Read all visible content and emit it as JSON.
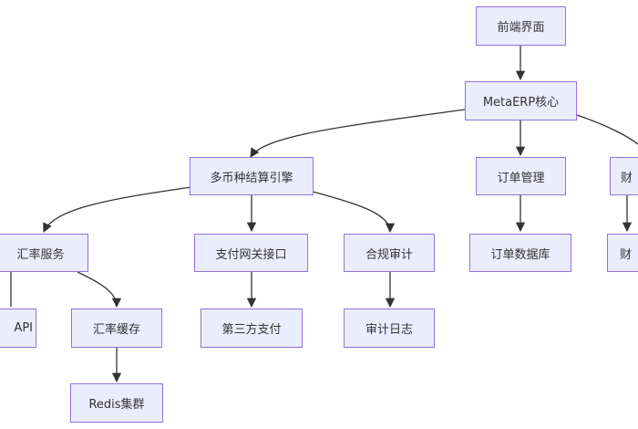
{
  "colors": {
    "node_fill": "#ECECFF",
    "node_border": "#9370DB",
    "edge": "#333333",
    "text": "#333333"
  },
  "nodes": {
    "frontend": "前端界面",
    "core": "MetaERP核心",
    "settlement": "多币种结算引擎",
    "order_mgmt": "订单管理",
    "finance": "财",
    "fx_service": "汇率服务",
    "payment_gateway": "支付网关接口",
    "compliance": "合规审计",
    "order_db": "订单数据库",
    "finance_child": "财",
    "fx_api": "API",
    "fx_cache": "汇率缓存",
    "third_party_pay": "第三方支付",
    "audit_log": "审计日志",
    "redis": "Redis集群"
  },
  "edges": [
    [
      "frontend",
      "core"
    ],
    [
      "core",
      "settlement"
    ],
    [
      "core",
      "order_mgmt"
    ],
    [
      "core",
      "finance"
    ],
    [
      "settlement",
      "fx_service"
    ],
    [
      "settlement",
      "payment_gateway"
    ],
    [
      "settlement",
      "compliance"
    ],
    [
      "order_mgmt",
      "order_db"
    ],
    [
      "finance",
      "finance_child"
    ],
    [
      "fx_service",
      "fx_api"
    ],
    [
      "fx_service",
      "fx_cache"
    ],
    [
      "payment_gateway",
      "third_party_pay"
    ],
    [
      "compliance",
      "audit_log"
    ],
    [
      "fx_cache",
      "redis"
    ]
  ]
}
